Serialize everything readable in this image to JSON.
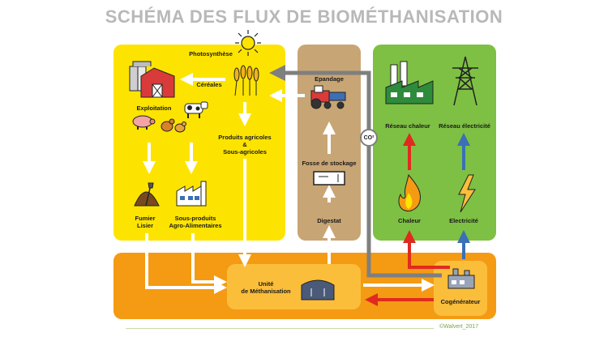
{
  "title": "SCHÉMA DES FLUX DE BIOMÉTHANISATION",
  "labels": {
    "photosynthese": "Photosynthèse",
    "cereales": "Céréales",
    "exploitation": "Exploitation",
    "produits_agricoles_line1": "Produits agricoles",
    "produits_agricoles_line2": "&",
    "produits_agricoles_line3": "Sous-agricoles",
    "fumier_line1": "Fumier",
    "fumier_line2": "Lisier",
    "sous_produits_line1": "Sous-produits",
    "sous_produits_line2": "Agro-Alimentaires",
    "epandage": "Epandage",
    "fosse": "Fosse de stockage",
    "digestat": "Digestat",
    "co2": "CO²",
    "reseau_chaleur": "Réseau chaleur",
    "reseau_electricite": "Réseau électricité",
    "chaleur": "Chaleur",
    "electricite": "Electricité",
    "unite_line1": "Unité",
    "unite_line2": "de Méthanisation",
    "cogenerateur": "Cogénérateur"
  },
  "credit": "©Walvert_2017",
  "colors": {
    "yellow": "#fde400",
    "brown": "#c8a574",
    "green": "#7ec043",
    "orange": "#f49b13",
    "light_orange": "#fbbe3b",
    "red_arrow": "#e02a1f",
    "blue_arrow": "#3b6fb6",
    "grey_arrow": "#7f7f7f",
    "white_arrow": "#ffffff"
  },
  "icons": [
    "sun-icon",
    "barn-icon",
    "wheat-icon",
    "cow-icon",
    "pig-icon",
    "chicken-icon",
    "manure-icon",
    "factory-icon",
    "tractor-icon",
    "tank-icon",
    "power-plant-icon",
    "pylon-icon",
    "flame-icon",
    "lightning-icon",
    "digester-icon",
    "cogenerator-icon"
  ]
}
